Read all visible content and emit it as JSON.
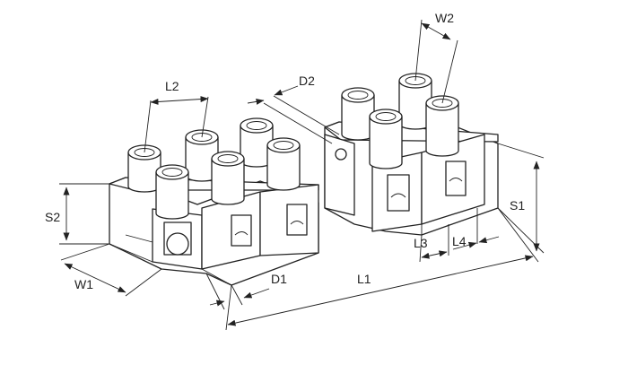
{
  "labels": {
    "l1": "L1",
    "l2": "L2",
    "l3": "L3",
    "l4": "L4",
    "w1": "W1",
    "w2": "W2",
    "s1": "S1",
    "s2": "S2",
    "d1": "D1",
    "d2": "D2"
  },
  "colors": {
    "stroke": "#222222",
    "fill": "#ffffff"
  }
}
